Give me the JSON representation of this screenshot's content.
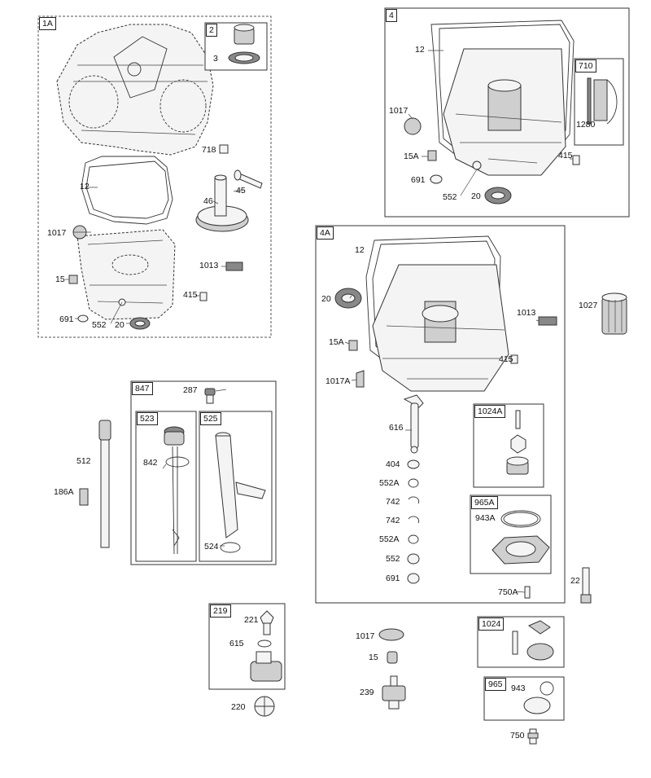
{
  "groups": {
    "g1A": "1A",
    "g2": "2",
    "g4": "4",
    "g710": "710",
    "g4A": "4A",
    "g847": "847",
    "g523": "523",
    "g525": "525",
    "g1024A": "1024A",
    "g965A": "965A",
    "g219": "219",
    "g1024": "1024",
    "g965": "965"
  },
  "labels": {
    "l3": "3",
    "l718": "718",
    "l12a": "12",
    "l45": "45",
    "l46": "46",
    "l1017a": "1017",
    "l1013a": "1013",
    "l15a": "15",
    "l415a": "415",
    "l691a": "691",
    "l552a": "552",
    "l20a": "20",
    "l12b": "12",
    "l1017b": "1017",
    "l15Ab": "15A",
    "l691b": "691",
    "l552b": "552",
    "l20b": "20",
    "l415b": "415",
    "l1280": "1280",
    "l12c": "12",
    "l20c": "20",
    "l1013c": "1013",
    "l15Ac": "15A",
    "l415c": "415",
    "l1017Ac": "1017A",
    "l616": "616",
    "l404": "404",
    "l552Ac1": "552A",
    "l742a": "742",
    "l742b": "742",
    "l552Ac2": "552A",
    "l552c": "552",
    "l691c": "691",
    "l943A": "943A",
    "l750A": "750A",
    "l1027": "1027",
    "l22": "22",
    "l287": "287",
    "l842": "842",
    "l524": "524",
    "l512": "512",
    "l186A": "186A",
    "l221": "221",
    "l615": "615",
    "l220": "220",
    "l1017d": "1017",
    "l15d": "15",
    "l239": "239",
    "l943": "943",
    "l750": "750"
  }
}
